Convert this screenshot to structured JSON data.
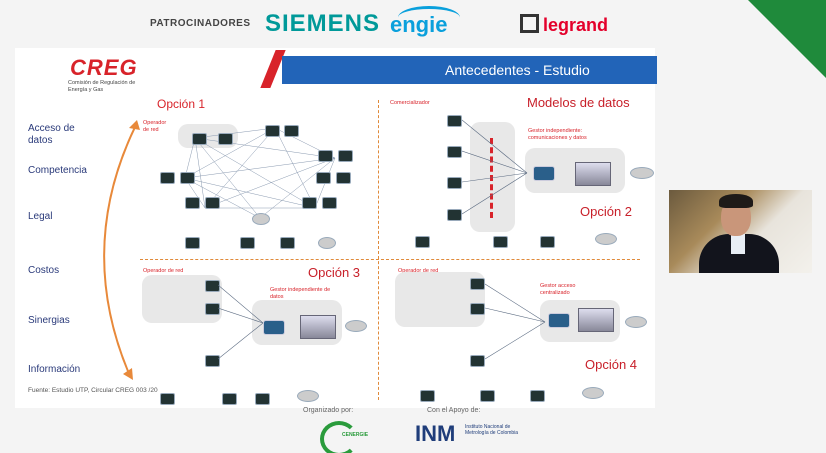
{
  "sponsors": {
    "label": "PATROCINADORES",
    "siemens": "SIEMENS",
    "engie": "engie",
    "legrand": "legrand"
  },
  "creg": {
    "logo": "CREG",
    "subtitle": "Comisión de Regulación de Energía y Gas"
  },
  "banner": {
    "title": "Antecedentes - Estudio"
  },
  "left_menu": [
    "Acceso de datos",
    "Competencia",
    "Legal",
    "Costos",
    "Sinergias",
    "Información"
  ],
  "sections": {
    "opcion1": "Opción 1",
    "opcion2": "Opción 2",
    "opcion3": "Opción 3",
    "opcion4": "Opción 4",
    "modelos": "Modelos de datos",
    "operador_red": "Operador de red",
    "comercializador": "Comercializador",
    "gestor_indep_com": "Gestor independiente: comunicaciones y datos",
    "gestor_indep_datos": "Gestor independiente de datos",
    "gestor_acceso": "Gestor acceso centralizado"
  },
  "footer": {
    "source": "Fuente: Estudio UTP, Circular CREG 003 /20",
    "organizado": "Organizado por:",
    "apoyo": "Con el Apoyo de:",
    "inm": "INM",
    "inm_sub": "Instituto Nacional de Metrología de Colombia",
    "cenergia": "CENERGIE"
  }
}
